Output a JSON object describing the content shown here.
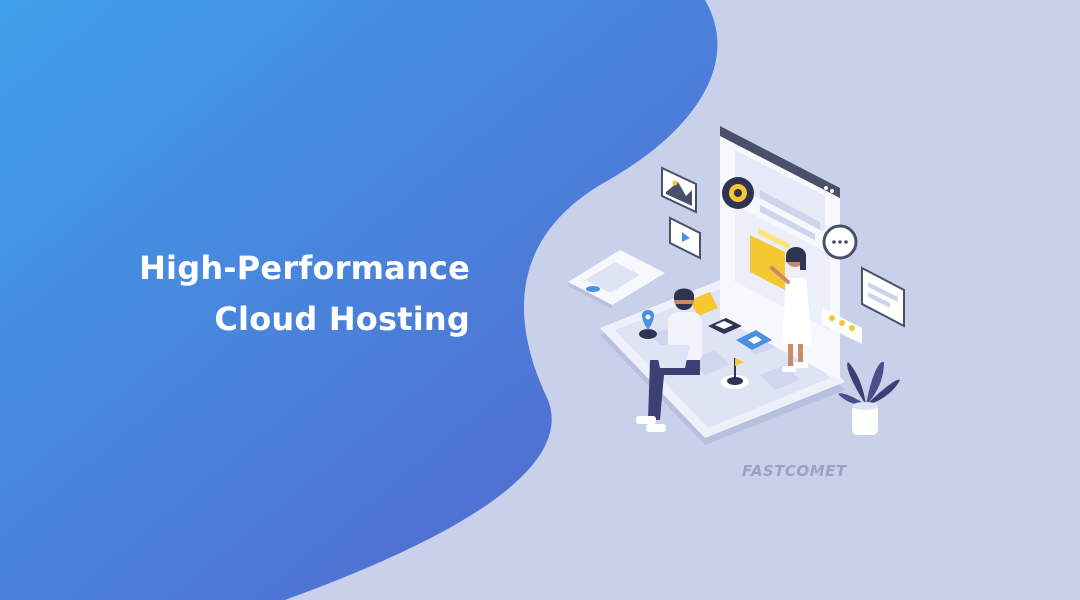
{
  "headline": {
    "line1": "High-Performance",
    "line2": "Cloud Hosting"
  },
  "brand": {
    "logo_text": "FASTCOMET"
  },
  "colors": {
    "gradient_start": "#3fa0ea",
    "gradient_end": "#5563cc",
    "background": "#c9d1ea",
    "headline_text": "#ffffff",
    "accent_yellow": "#f5c731",
    "accent_blue": "#4c8fe0"
  },
  "icons": [
    "image-card-icon",
    "video-card-icon",
    "gear-icon",
    "chat-bubble-icon",
    "rating-stars-icon",
    "location-pin-icon",
    "target-flag-icon",
    "plant-icon"
  ]
}
